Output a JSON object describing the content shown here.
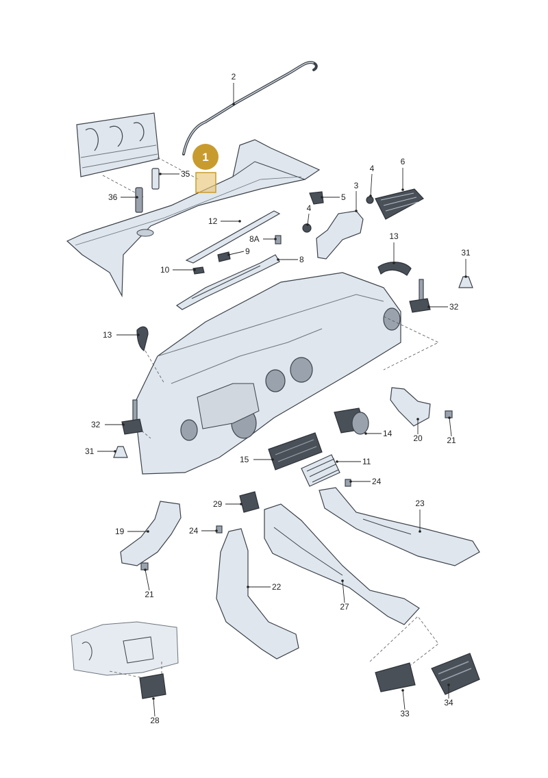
{
  "colors": {
    "background": "#ffffff",
    "part_fill": "#dfe6ee",
    "part_stroke": "#3b4148",
    "dark_part": "#4a5058",
    "highlight_badge": "#c89b2f",
    "highlight_box": "#e8c67a"
  },
  "highlight": {
    "badge_label": "1"
  },
  "callouts": [
    {
      "id": "2",
      "label": "2"
    },
    {
      "id": "35",
      "label": "35"
    },
    {
      "id": "36",
      "label": "36"
    },
    {
      "id": "4a",
      "label": "4"
    },
    {
      "id": "6",
      "label": "6"
    },
    {
      "id": "3",
      "label": "3"
    },
    {
      "id": "5",
      "label": "5"
    },
    {
      "id": "4b",
      "label": "4"
    },
    {
      "id": "12",
      "label": "12"
    },
    {
      "id": "8A",
      "label": "8A"
    },
    {
      "id": "9",
      "label": "9"
    },
    {
      "id": "8",
      "label": "8"
    },
    {
      "id": "10",
      "label": "10"
    },
    {
      "id": "13a",
      "label": "13"
    },
    {
      "id": "31a",
      "label": "31"
    },
    {
      "id": "32a",
      "label": "32"
    },
    {
      "id": "13b",
      "label": "13"
    },
    {
      "id": "32b",
      "label": "32"
    },
    {
      "id": "31b",
      "label": "31"
    },
    {
      "id": "20",
      "label": "20"
    },
    {
      "id": "21a",
      "label": "21"
    },
    {
      "id": "14",
      "label": "14"
    },
    {
      "id": "15",
      "label": "15"
    },
    {
      "id": "11",
      "label": "11"
    },
    {
      "id": "24a",
      "label": "24"
    },
    {
      "id": "29",
      "label": "29"
    },
    {
      "id": "23",
      "label": "23"
    },
    {
      "id": "19",
      "label": "19"
    },
    {
      "id": "24b",
      "label": "24"
    },
    {
      "id": "21b",
      "label": "21"
    },
    {
      "id": "22",
      "label": "22"
    },
    {
      "id": "27",
      "label": "27"
    },
    {
      "id": "28",
      "label": "28"
    },
    {
      "id": "33",
      "label": "33"
    },
    {
      "id": "34",
      "label": "34"
    }
  ]
}
